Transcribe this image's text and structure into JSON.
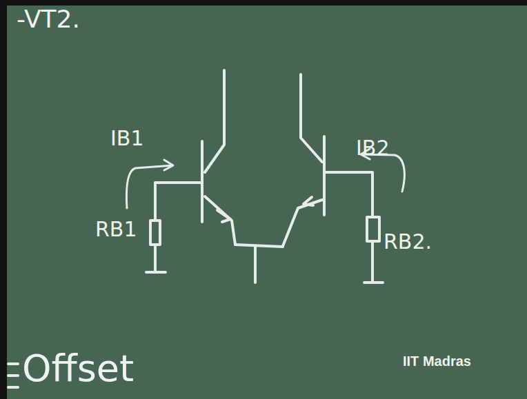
{
  "diagram": {
    "labels": [
      "-VT2.",
      "IB1",
      "RB1",
      "IB2",
      "RB2.",
      "Offset",
      "IIT Madras"
    ]
  }
}
